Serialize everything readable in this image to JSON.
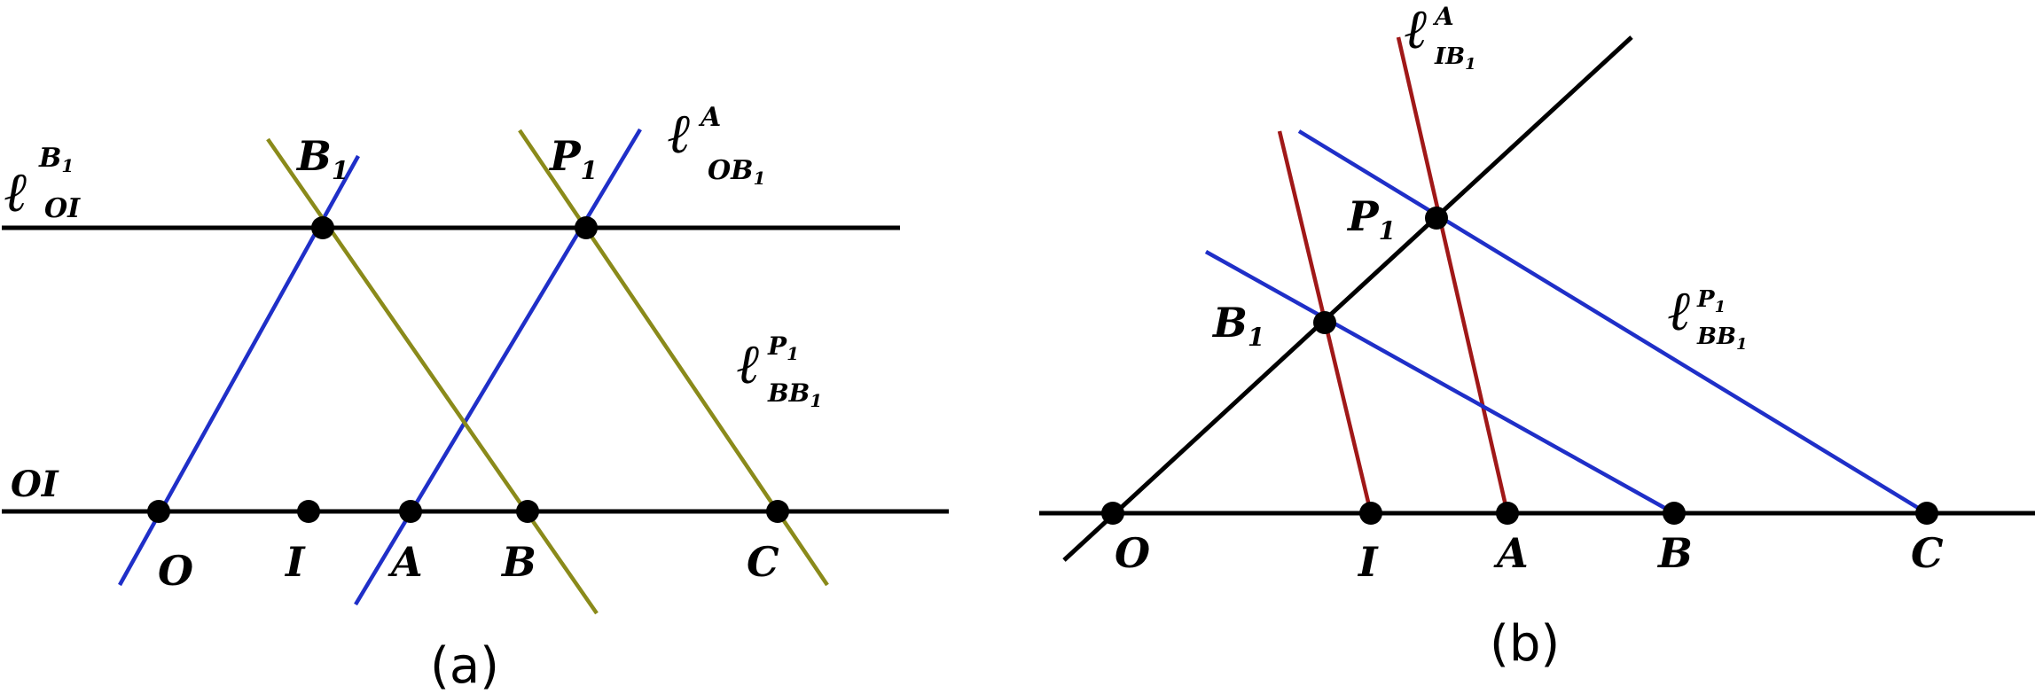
{
  "colors": {
    "black": "#000000",
    "blue": "#1f2fc8",
    "olive": "#8a8a1a",
    "red": "#a01818"
  },
  "panel_a": {
    "caption": "(a)",
    "points": {
      "O": "O",
      "I": "I",
      "A": "A",
      "B": "B",
      "C": "C",
      "B1": "B",
      "P1": "P"
    },
    "point_sub": {
      "B1": "1",
      "P1": "1"
    },
    "line_labels": {
      "l_OI_B1": {
        "ell": "ℓ",
        "sup": "B",
        "sup_sub": "1",
        "sub": "OI"
      },
      "l_OB1_A": {
        "ell": "ℓ",
        "sup": "A",
        "sub": "OB",
        "sub_sub": "1"
      },
      "l_BB1_P1": {
        "ell": "ℓ",
        "sup": "P",
        "sup_sub": "1",
        "sub": "BB",
        "sub_sub": "1"
      },
      "OI": "OI"
    }
  },
  "panel_b": {
    "caption": "(b)",
    "points": {
      "O": "O",
      "I": "I",
      "A": "A",
      "B": "B",
      "C": "C",
      "B1": "B",
      "P1": "P"
    },
    "point_sub": {
      "B1": "1",
      "P1": "1"
    },
    "line_labels": {
      "l_IB1_A": {
        "ell": "ℓ",
        "sup": "A",
        "sub": "IB",
        "sub_sub": "1"
      },
      "l_BB1_P1": {
        "ell": "ℓ",
        "sup": "P",
        "sup_sub": "1",
        "sub": "BB",
        "sub_sub": "1"
      }
    }
  }
}
